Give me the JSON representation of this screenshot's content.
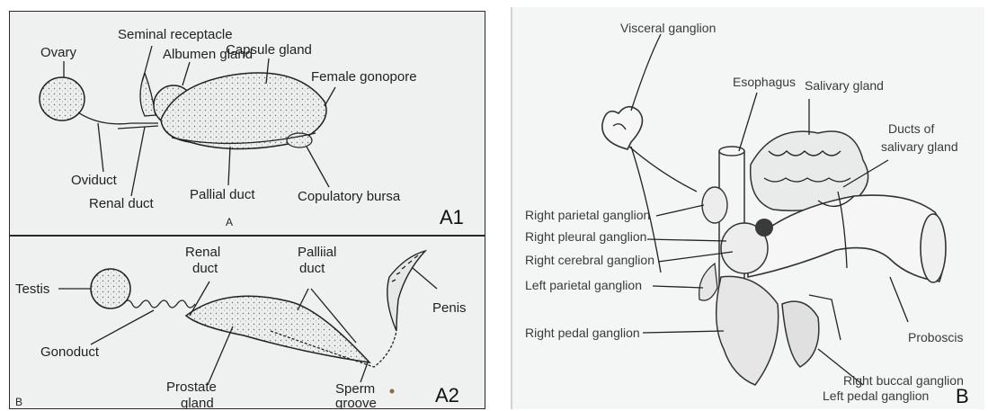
{
  "panel_a1": {
    "tag": "A1",
    "sublabel": "A",
    "labels": {
      "ovary": "Ovary",
      "seminal_receptacle": "Seminal receptacle",
      "albumen_gland": "Albumen gland",
      "capsule_gland": "Capsule gland",
      "female_gonopore": "Female gonopore",
      "oviduct": "Oviduct",
      "renal_duct": "Renal duct",
      "pallial_duct": "Pallial duct",
      "copulatory_bursa": "Copulatory bursa"
    }
  },
  "panel_a2": {
    "tag": "A2",
    "sublabel": "B",
    "labels": {
      "testis": "Testis",
      "renal_duct_1": "Renal",
      "renal_duct_2": "duct",
      "pallial_duct_1": "Palliial",
      "pallial_duct_2": "duct",
      "penis": "Penis",
      "gonoduct": "Gonoduct",
      "prostate_1": "Prostate",
      "prostate_2": "gland",
      "sperm_1": "Sperm",
      "sperm_2": "groove"
    }
  },
  "panel_b": {
    "tag": "B",
    "labels": {
      "visceral_ganglion": "Visceral ganglion",
      "esophagus": "Esophagus",
      "salivary_gland": "Salivary gland",
      "ducts_1": "Ducts of",
      "ducts_2": "salivary gland",
      "right_parietal": "Right parietal ganglion",
      "right_pleural": "Right pleural ganglion",
      "right_cerebral": "Right cerebral ganglion",
      "left_parietal": "Left parietal ganglion",
      "right_pedal": "Right pedal ganglion",
      "proboscis": "Proboscis",
      "right_buccal": "Right buccal ganglion",
      "left_pedal": "Left pedal ganglion"
    }
  }
}
